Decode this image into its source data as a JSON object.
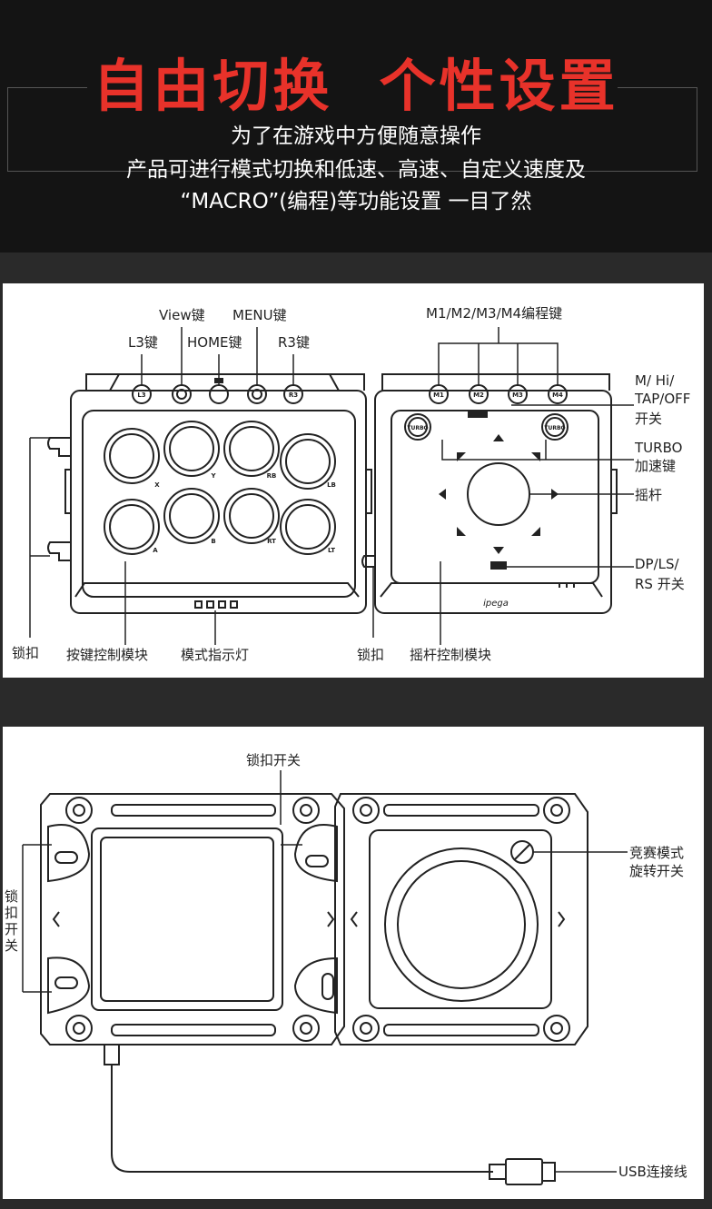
{
  "header": {
    "title": "自由切换  个性设置",
    "lines": [
      "为了在游戏中方便随意操作",
      "产品可进行模式切换和低速、高速、自定义速度及",
      "“MACRO”(编程)等功能设置 一目了然"
    ]
  },
  "diagram_top": {
    "left_module": {
      "labels": {
        "view": "View键",
        "menu": "MENU键",
        "l3": "L3键",
        "home": "HOME键",
        "r3": "R3键",
        "lock": "锁扣",
        "button_module": "按键控制模块",
        "mode_light": "模式指示灯"
      },
      "small_buttons": [
        "L3",
        "R3"
      ],
      "face_buttons": [
        "X",
        "Y",
        "RB",
        "LB",
        "A",
        "B",
        "RT",
        "LT"
      ]
    },
    "right_module": {
      "labels": {
        "macro": "M1/M2/M3/M4编程键",
        "mode_switch": [
          "M/ Hi/",
          "TAP/OFF",
          "开关"
        ],
        "turbo": [
          "TURBO",
          "加速键"
        ],
        "stick": "摇杆",
        "dp_switch": [
          "DP/LS/",
          "RS 开关"
        ],
        "lock": "锁扣",
        "stick_module": "摇杆控制模块"
      },
      "macro_buttons": [
        "M1",
        "M2",
        "M3",
        "M4"
      ],
      "turbo_buttons": [
        "TURBO",
        "TURBO"
      ],
      "brand": "ipega"
    }
  },
  "diagram_bottom": {
    "labels": {
      "lock_switch_top": "锁扣开关",
      "lock_switch_side": [
        "锁",
        "扣",
        "开",
        "关"
      ],
      "tournament": [
        "竞赛模式",
        "旋转开关"
      ],
      "usb": "USB连接线"
    }
  },
  "colors": {
    "title_red": "#e8322a",
    "header_bg": "#141414",
    "page_bg": "#2a2a2a",
    "line": "#222222"
  }
}
